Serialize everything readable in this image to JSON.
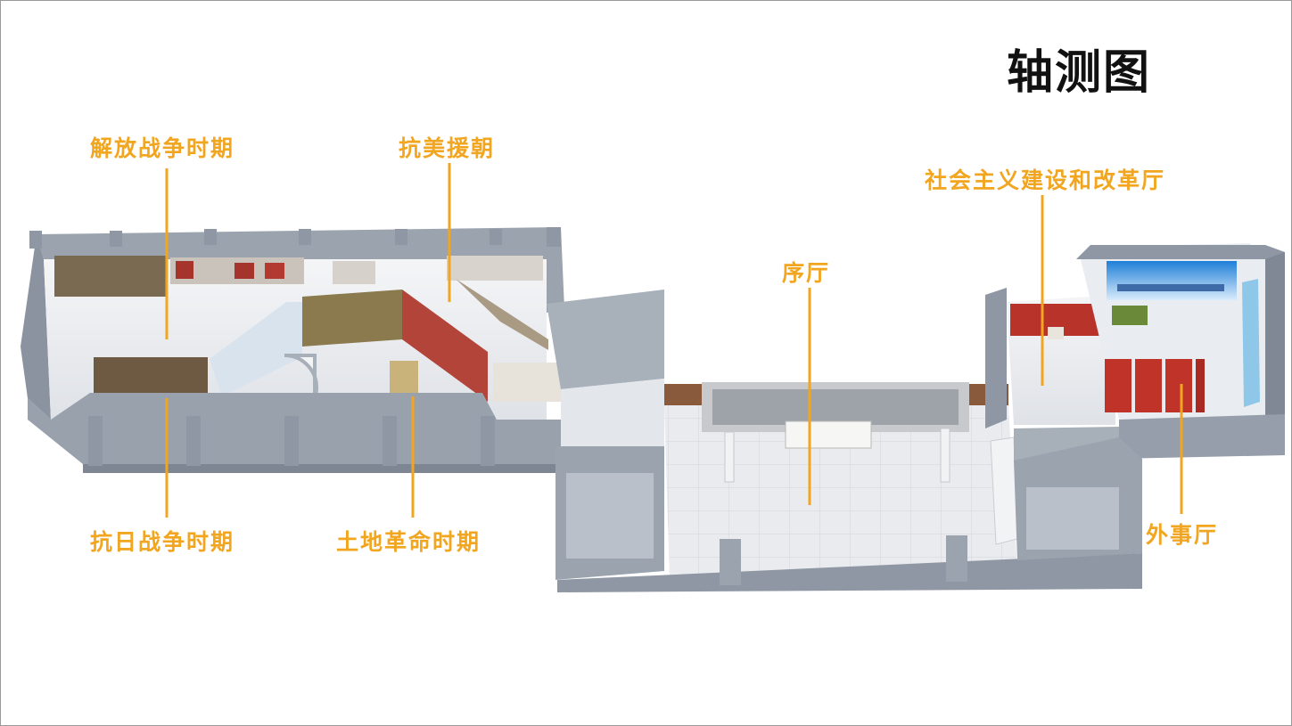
{
  "title": "轴测图",
  "colors": {
    "label": "#f2a51f",
    "leader": "#f2a51f",
    "wall": "#8e97a3",
    "wall_top": "#b7bec8",
    "floor": "#eceef2",
    "title": "#111111"
  },
  "labels": {
    "liberation_war": "解放战争时期",
    "korean_war": "抗美援朝",
    "socialist_hall": "社会主义建设和改革厅",
    "preface_hall": "序厅",
    "anti_japanese_war": "抗日战争时期",
    "land_revolution": "土地革命时期",
    "foreign_affairs_hall": "外事厅"
  }
}
